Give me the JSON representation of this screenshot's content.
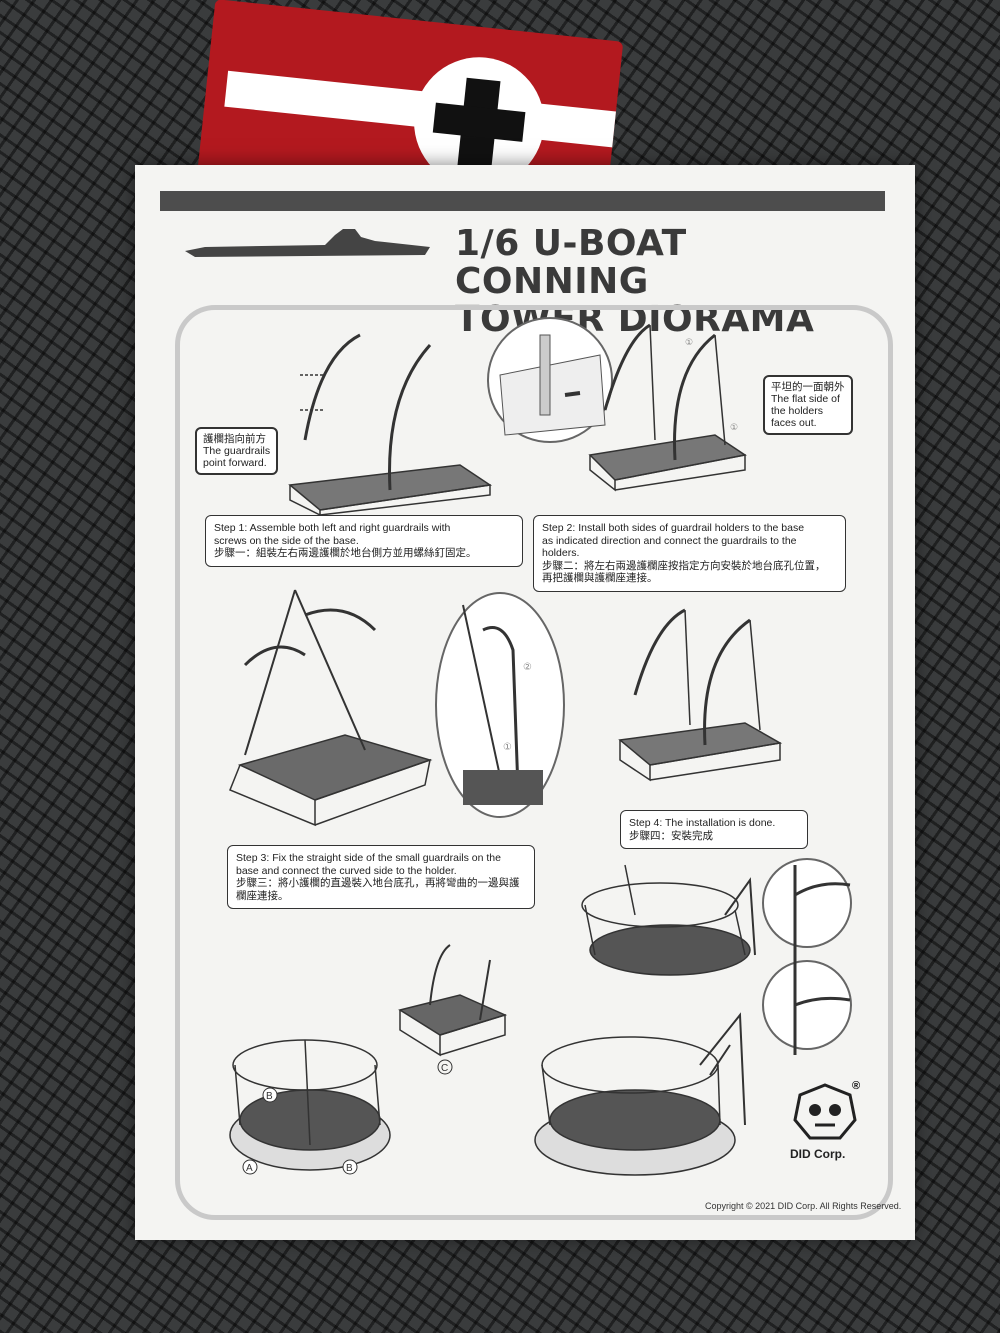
{
  "document": {
    "title_line1": "1/6 U-BOAT CONNING",
    "title_line2": "TOWER DIORAMA",
    "callouts": {
      "guardrails_forward_zh": "護欄指向前方",
      "guardrails_forward_en1": "The guardrails",
      "guardrails_forward_en2": "point forward.",
      "flat_side_zh": "平坦的一面朝外",
      "flat_side_en1": "The flat side of",
      "flat_side_en2": "the holders",
      "flat_side_en3": "faces out."
    },
    "steps": {
      "step1_en1": "Step 1: Assemble both left and right guardrails with",
      "step1_en2": "screws on the side of the base.",
      "step1_zh": "步驟一：組裝左右兩邊護欄於地台側方並用螺絲釘固定。",
      "step2_en1": "Step 2: Install both sides of guardrail holders to the base",
      "step2_en2": "as indicated direction and connect the guardrails to the",
      "step2_en3": "holders.",
      "step2_zh1": "步驟二：將左右兩邊護欄座按指定方向安裝於地台底孔位置，",
      "step2_zh2": "再把護欄與護欄座連接。",
      "step3_en1": "Step 3: Fix the straight side of the small guardrails on the",
      "step3_en2": "base and connect the curved side to the holder.",
      "step3_zh1": "步驟三：將小護欄的直邊裝入地台底孔，再將彎曲的一邊與護",
      "step3_zh2": "欄座連接。",
      "step4_en": "Step 4: The installation is done.",
      "step4_zh": "步驟四：安裝完成"
    },
    "markers": {
      "a": "A",
      "b": "B",
      "c": "C",
      "one": "①",
      "two": "②"
    },
    "logo_text": "DID Corp.",
    "registered": "®",
    "copyright": "Copyright © 2021 DID Corp. All Rights Reserved."
  },
  "colors": {
    "paper": "#f4f4f2",
    "bar": "#4d4d4d",
    "title": "#3a3a3a",
    "frame": "#c9c9c9"
  }
}
